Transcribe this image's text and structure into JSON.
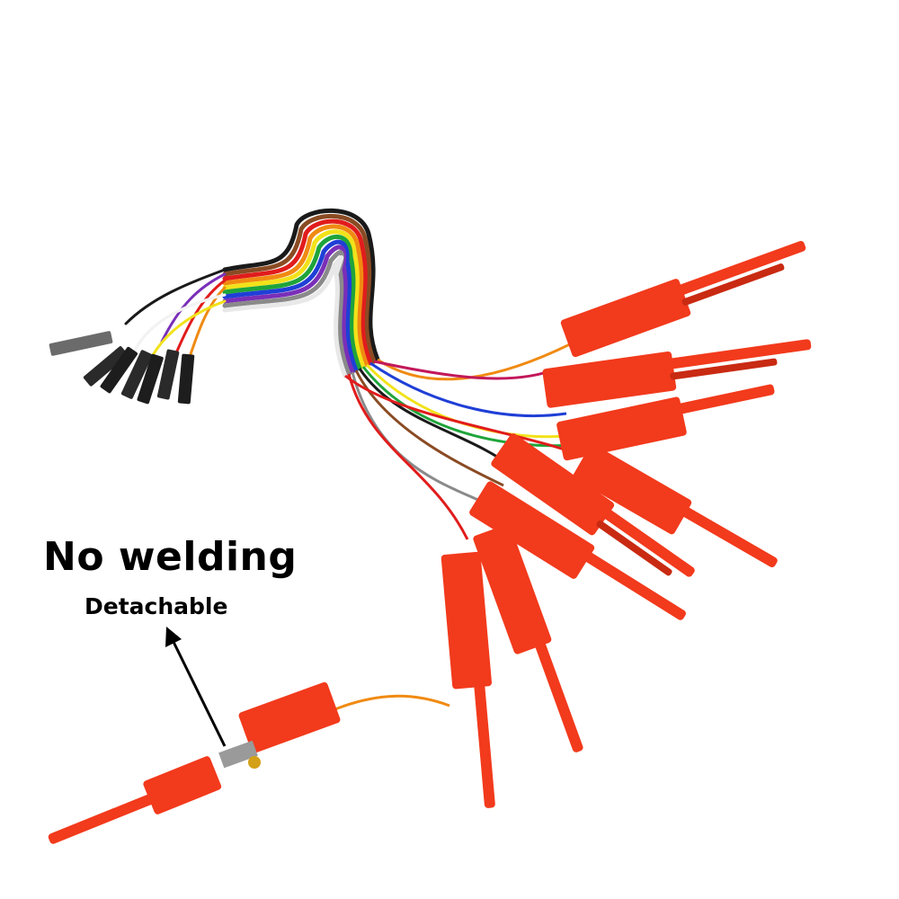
{
  "caption": {
    "title": "No welding",
    "subtitle": "Detachable"
  },
  "colors": {
    "background": "#ffffff",
    "clip_red": "#f23a1c",
    "clip_shadow": "#c92a12",
    "connector_black": "#1d1d1d",
    "wire_colors": [
      "#1a1a1a",
      "#8a4b23",
      "#e11c1c",
      "#f08a12",
      "#f2e21a",
      "#1fa43a",
      "#1f3fd6",
      "#7a2fb8",
      "#8a8a8a",
      "#f2f2f2"
    ]
  },
  "objects": [
    "rainbow-ribbon-cable",
    "dupont-female-connectors",
    "red-test-hook-clips",
    "detached-test-clip",
    "pointer-arrow"
  ]
}
